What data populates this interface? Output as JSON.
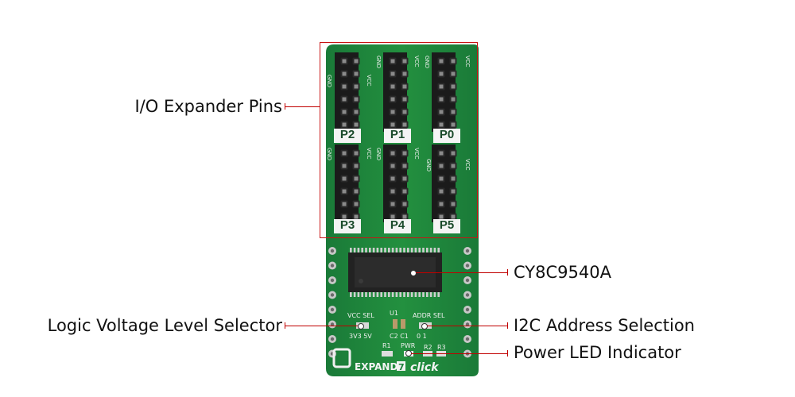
{
  "callouts": {
    "io_expander": "I/O Expander Pins",
    "chip": "CY8C9540A",
    "logic_voltage": "Logic Voltage Level Selector",
    "i2c_address": "I2C Address Selection",
    "power_led": "Power LED Indicator"
  },
  "board": {
    "name_left": "EXPAND",
    "name_num": "7",
    "name_right": "click",
    "ports_top": [
      "P2",
      "P1",
      "P0"
    ],
    "ports_bottom": [
      "P3",
      "P4",
      "P5"
    ],
    "vcc_sel": "VCC SEL",
    "vcc_opts": "3V3 5V",
    "addr_sel": "ADDR SEL",
    "addr_opts": "0   1",
    "u1": "U1",
    "caps": "C2 C1",
    "r1": "R1",
    "pwr": "PWR",
    "r2": "R2",
    "r3": "R3"
  },
  "colors": {
    "board": "#1e7f3c",
    "highlight": "#c81414",
    "leader": "#c00000"
  }
}
